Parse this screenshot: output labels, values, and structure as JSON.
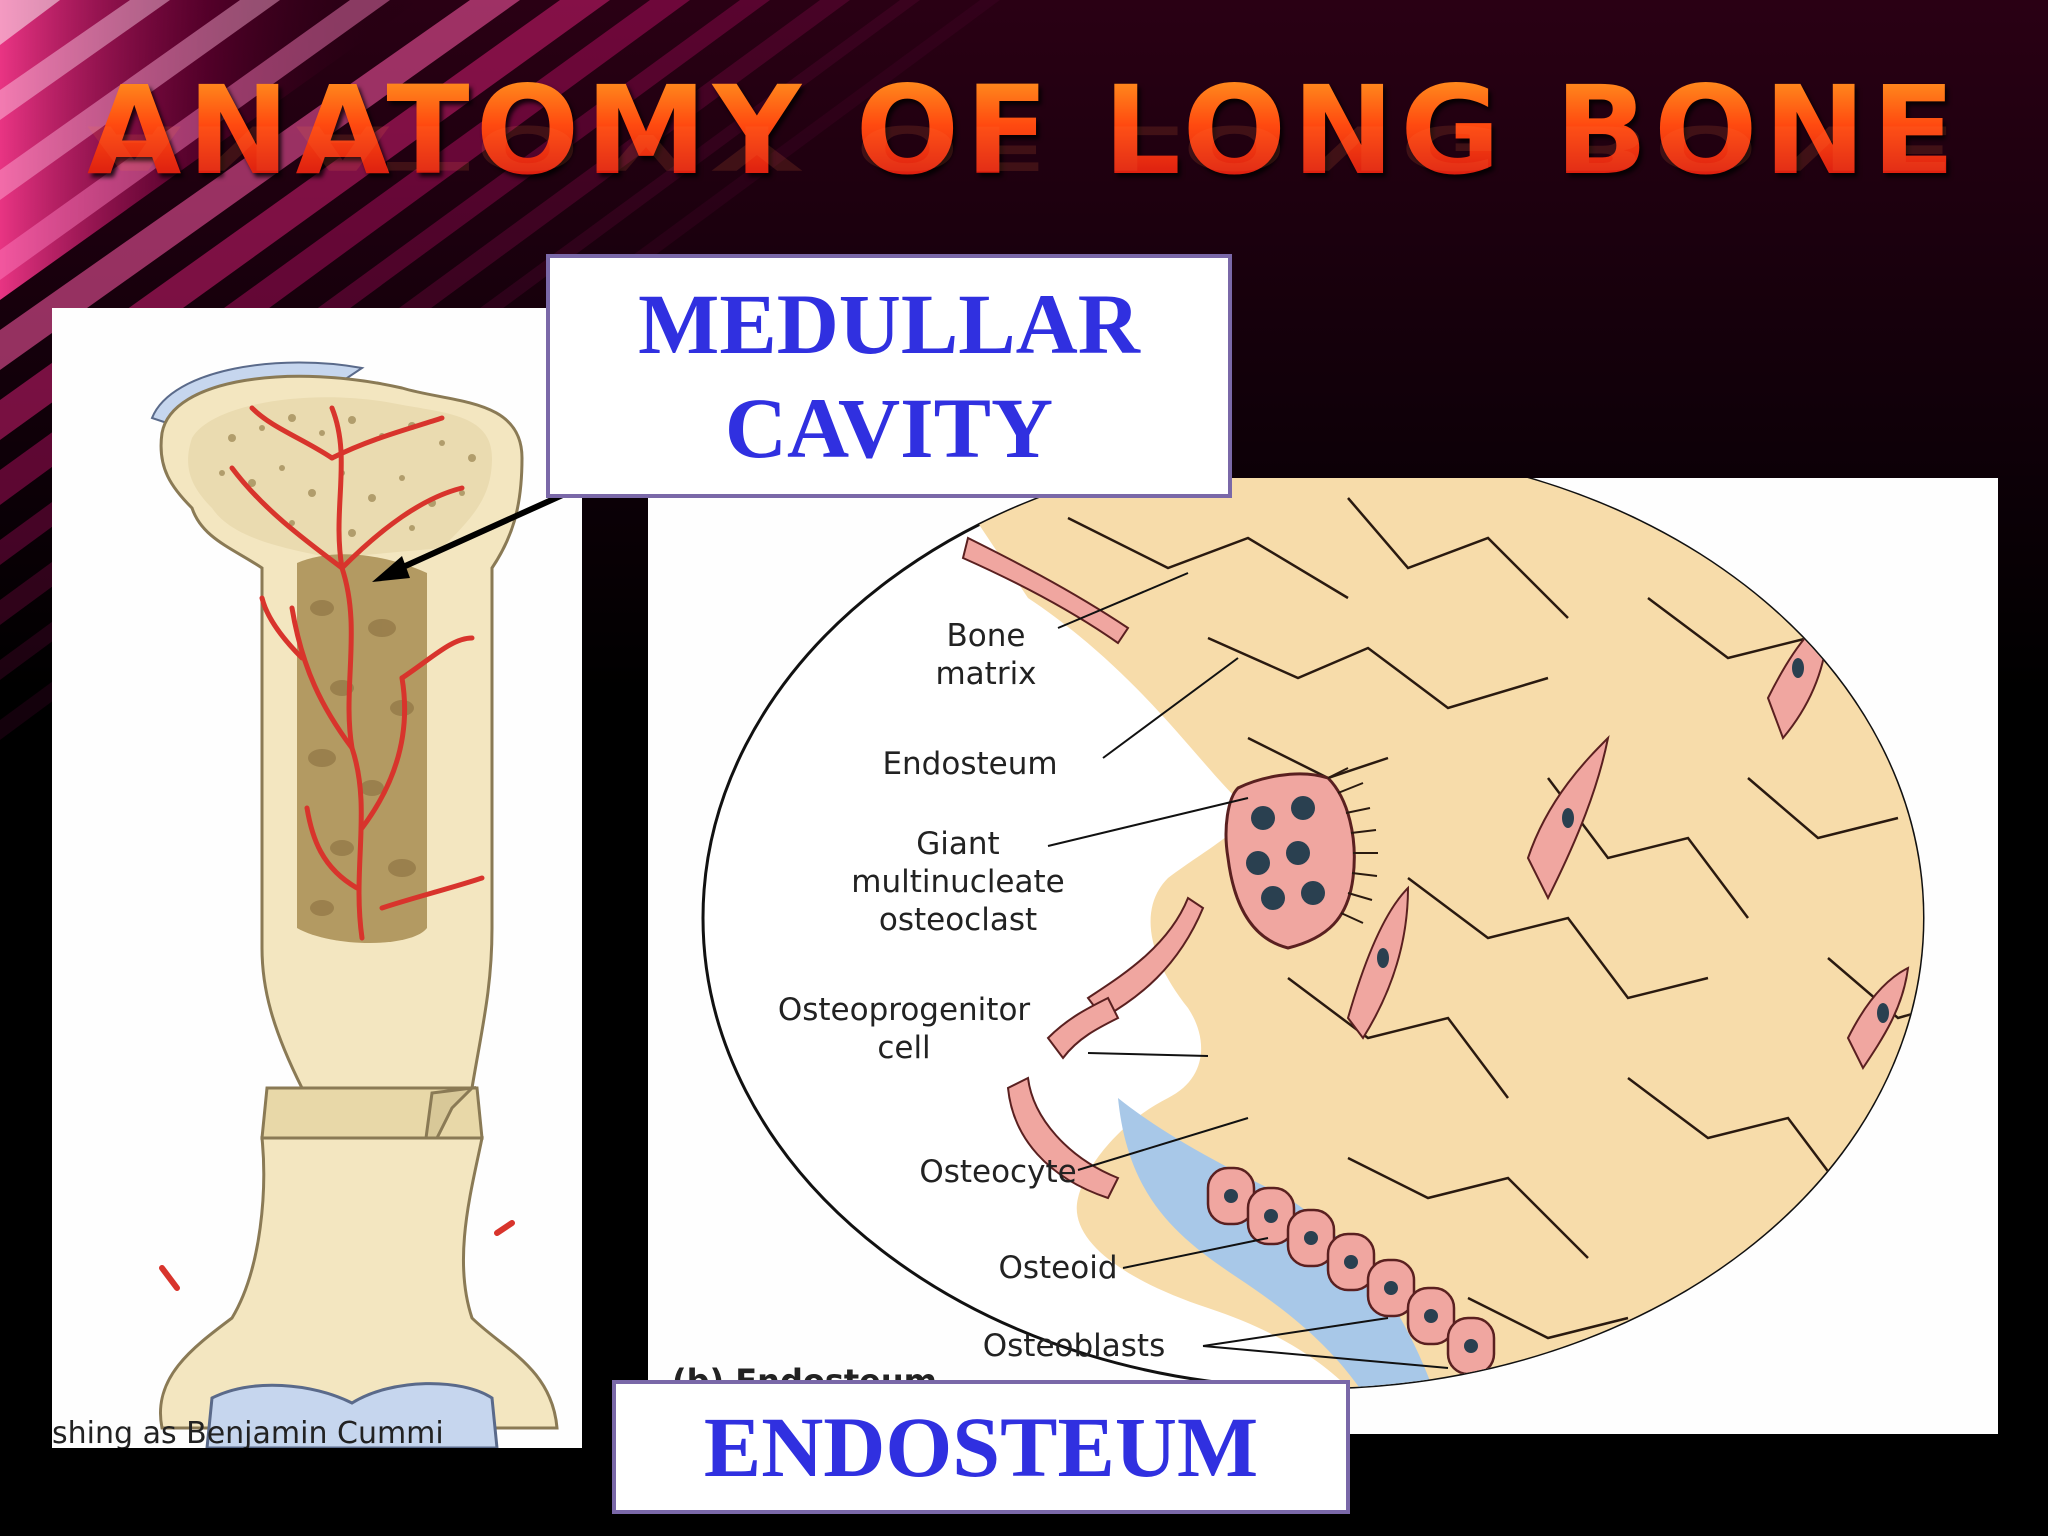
{
  "slide": {
    "title": "ANATOMY OF LONG BONE",
    "colors": {
      "title_top": "#ff9a20",
      "title_bottom": "#d01010",
      "label_text": "#3030e0",
      "label_border": "#7a68a8",
      "stripe_pink": "#ff2a8a",
      "bone": "#f3e6c0",
      "vessel": "#d8342c",
      "cartilage": "#b8c8e4",
      "cell": "#f0a6a0",
      "osteoid": "#a8c8e8"
    }
  },
  "labels": {
    "medullar_line1": "MEDULLAR",
    "medullar_line2": "CAVITY",
    "endosteum": "ENDOSTEUM"
  },
  "bone_figure": {
    "credit": "shing as Benjamin Cummi"
  },
  "endosteum_figure": {
    "callouts": {
      "bone_matrix_1": "Bone",
      "bone_matrix_2": "matrix",
      "endosteum": "Endosteum",
      "giant_1": "Giant",
      "giant_2": "multinucleate",
      "giant_3": "osteoclast",
      "osteoprogenitor_1": "Osteoprogenitor",
      "osteoprogenitor_2": "cell",
      "osteocyte": "Osteocyte",
      "osteoid": "Osteoid",
      "osteoblasts": "Osteoblasts"
    },
    "caption_partial": "(b) Endosteum"
  }
}
